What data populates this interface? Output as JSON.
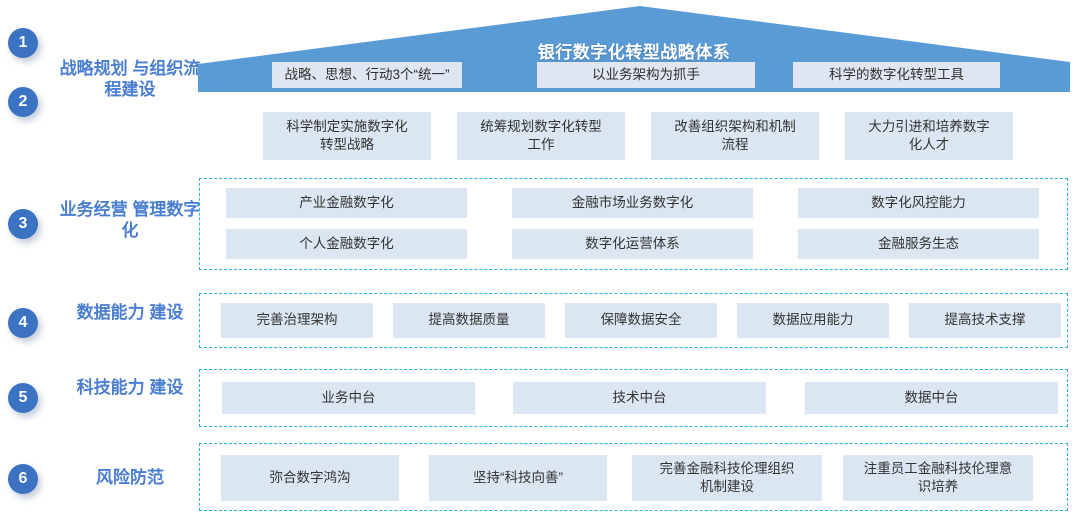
{
  "diagram": {
    "banner_title": "银行数字化转型战略体系",
    "colors": {
      "banner_fill": "#5B9BD5",
      "badge_fill": "#3C72C2",
      "label_text": "#4A7ED0",
      "box_fill": "#DCE6F2",
      "dashed_border": "#2BB3E8",
      "box_text": "#333333"
    }
  },
  "badges": [
    {
      "number": "1"
    },
    {
      "number": "2"
    },
    {
      "number": "3"
    },
    {
      "number": "4"
    },
    {
      "number": "5"
    },
    {
      "number": "6"
    }
  ],
  "row_labels": [
    {
      "text": "战略规划\n与组织流程建设"
    },
    {
      "text": "业务经营\n管理数字化"
    },
    {
      "text": "数据能力\n建设"
    },
    {
      "text": "科技能力\n建设"
    },
    {
      "text": "风险防范"
    }
  ],
  "rows": {
    "strategy_banner_items": [
      {
        "label": "战略、思想、行动3个“统一”"
      },
      {
        "label": "以业务架构为抓手"
      },
      {
        "label": "科学的数字化转型工具"
      }
    ],
    "strategy_sub_items": [
      {
        "label": "科学制定实施数字化\n转型战略"
      },
      {
        "label": "统筹规划数字化转型\n工作"
      },
      {
        "label": "改善组织架构和机制\n流程"
      },
      {
        "label": "大力引进和培养数字\n化人才"
      }
    ],
    "business_items_row1": [
      {
        "label": "产业金融数字化"
      },
      {
        "label": "金融市场业务数字化"
      },
      {
        "label": "数字化风控能力"
      }
    ],
    "business_items_row2": [
      {
        "label": "个人金融数字化"
      },
      {
        "label": "数字化运营体系"
      },
      {
        "label": "金融服务生态"
      }
    ],
    "data_capability_items": [
      {
        "label": "完善治理架构"
      },
      {
        "label": "提高数据质量"
      },
      {
        "label": "保障数据安全"
      },
      {
        "label": "数据应用能力"
      },
      {
        "label": "提高技术支撑"
      }
    ],
    "tech_capability_items": [
      {
        "label": "业务中台"
      },
      {
        "label": "技术中台"
      },
      {
        "label": "数据中台"
      }
    ],
    "risk_items": [
      {
        "label": "弥合数字鸿沟"
      },
      {
        "label": "坚持“科技向善”"
      },
      {
        "label": "完善金融科技伦理组织\n机制建设"
      },
      {
        "label": "注重员工金融科技伦理意\n识培养"
      }
    ]
  }
}
